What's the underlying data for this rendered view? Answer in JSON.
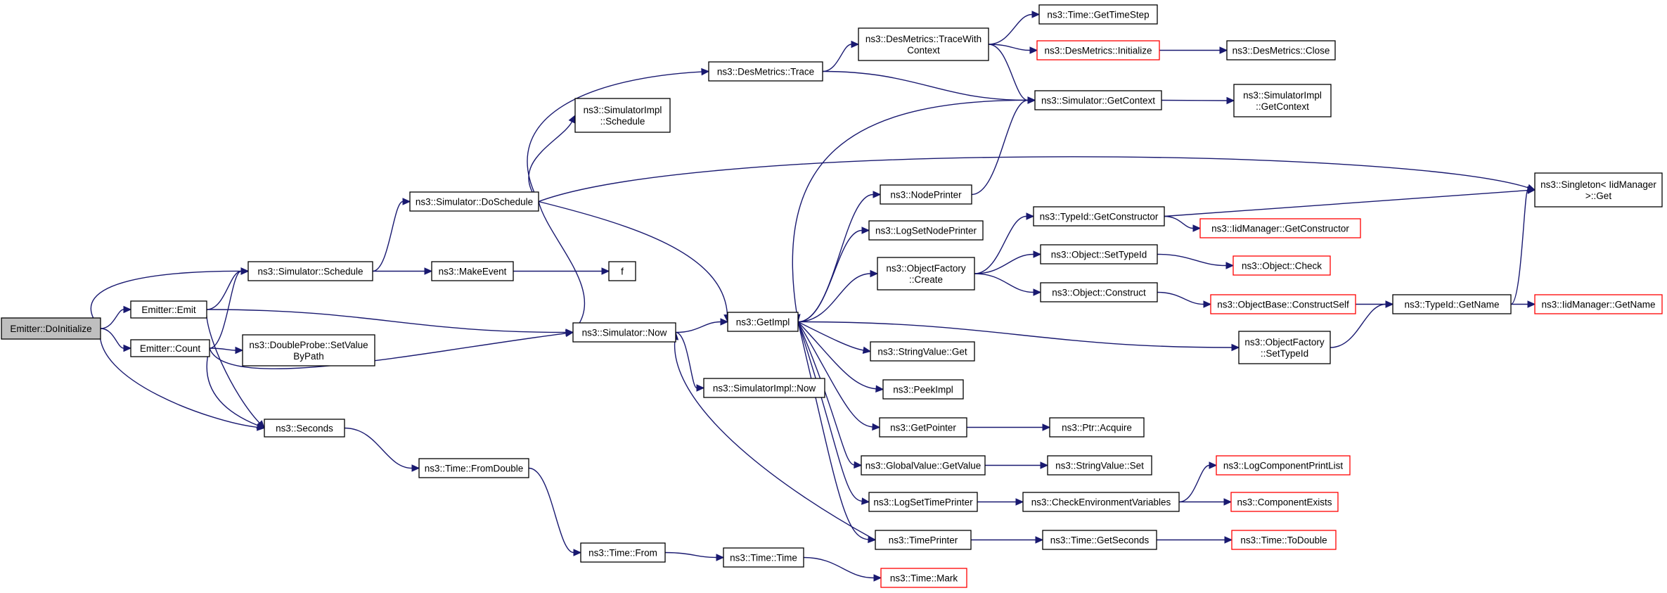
{
  "diagram": {
    "type": "call-graph",
    "root": "Emitter::DoInitialize",
    "nodes": [
      {
        "id": "doinit",
        "lines": [
          "Emitter::DoInitialize"
        ],
        "root": true
      },
      {
        "id": "emit",
        "lines": [
          "Emitter::Emit"
        ]
      },
      {
        "id": "count",
        "lines": [
          "Emitter::Count"
        ]
      },
      {
        "id": "schedule",
        "lines": [
          "ns3::Simulator::Schedule"
        ]
      },
      {
        "id": "seconds",
        "lines": [
          "ns3::Seconds"
        ]
      },
      {
        "id": "dpsetvalue",
        "lines": [
          "ns3::DoubleProbe::SetValue",
          "ByPath"
        ]
      },
      {
        "id": "doschedule",
        "lines": [
          "ns3::Simulator::DoSchedule"
        ]
      },
      {
        "id": "makeevent",
        "lines": [
          "ns3::MakeEvent"
        ]
      },
      {
        "id": "f",
        "lines": [
          "f"
        ]
      },
      {
        "id": "simnow",
        "lines": [
          "ns3::Simulator::Now"
        ]
      },
      {
        "id": "fromdouble",
        "lines": [
          "ns3::Time::FromDouble"
        ]
      },
      {
        "id": "timefrom",
        "lines": [
          "ns3::Time::From"
        ]
      },
      {
        "id": "simimplsched",
        "lines": [
          "ns3::SimulatorImpl",
          "::Schedule"
        ]
      },
      {
        "id": "desmtrace",
        "lines": [
          "ns3::DesMetrics::Trace"
        ]
      },
      {
        "id": "getimpl",
        "lines": [
          "ns3::GetImpl"
        ]
      },
      {
        "id": "simimplnow",
        "lines": [
          "ns3::SimulatorImpl::Now"
        ]
      },
      {
        "id": "timetime",
        "lines": [
          "ns3::Time::Time"
        ]
      },
      {
        "id": "tracectx",
        "lines": [
          "ns3::DesMetrics::TraceWith",
          "Context"
        ]
      },
      {
        "id": "nodeprinter",
        "lines": [
          "ns3::NodePrinter"
        ]
      },
      {
        "id": "logsetnode",
        "lines": [
          "ns3::LogSetNodePrinter"
        ]
      },
      {
        "id": "ofcreate",
        "lines": [
          "ns3::ObjectFactory",
          "::Create"
        ]
      },
      {
        "id": "svget",
        "lines": [
          "ns3::StringValue::Get"
        ]
      },
      {
        "id": "peekimpl",
        "lines": [
          "ns3::PeekImpl"
        ]
      },
      {
        "id": "getpointer",
        "lines": [
          "ns3::GetPointer"
        ]
      },
      {
        "id": "gvgetvalue",
        "lines": [
          "ns3::GlobalValue::GetValue"
        ]
      },
      {
        "id": "logsettime",
        "lines": [
          "ns3::LogSetTimePrinter"
        ]
      },
      {
        "id": "timeprinter",
        "lines": [
          "ns3::TimePrinter"
        ]
      },
      {
        "id": "timemark",
        "lines": [
          "ns3::Time::Mark"
        ],
        "truncated": true
      },
      {
        "id": "timestep",
        "lines": [
          "ns3::Time::GetTimeStep"
        ]
      },
      {
        "id": "desminit",
        "lines": [
          "ns3::DesMetrics::Initialize"
        ],
        "truncated": true
      },
      {
        "id": "simgetctx",
        "lines": [
          "ns3::Simulator::GetContext"
        ]
      },
      {
        "id": "tidgetctor",
        "lines": [
          "ns3::TypeId::GetConstructor"
        ]
      },
      {
        "id": "objsettid",
        "lines": [
          "ns3::Object::SetTypeId"
        ]
      },
      {
        "id": "objconstruct",
        "lines": [
          "ns3::Object::Construct"
        ]
      },
      {
        "id": "ofsettid",
        "lines": [
          "ns3::ObjectFactory",
          "::SetTypeId"
        ]
      },
      {
        "id": "ptracquire",
        "lines": [
          "ns3::Ptr::Acquire"
        ]
      },
      {
        "id": "svset",
        "lines": [
          "ns3::StringValue::Set"
        ]
      },
      {
        "id": "checkenv",
        "lines": [
          "ns3::CheckEnvironmentVariables"
        ]
      },
      {
        "id": "timegetsec",
        "lines": [
          "ns3::Time::GetSeconds"
        ]
      },
      {
        "id": "desmclose",
        "lines": [
          "ns3::DesMetrics::Close"
        ]
      },
      {
        "id": "simimplgetctx",
        "lines": [
          "ns3::SimulatorImpl",
          "::GetContext"
        ]
      },
      {
        "id": "iidgetctor",
        "lines": [
          "ns3::IidManager::GetConstructor"
        ],
        "truncated": true
      },
      {
        "id": "objcheck",
        "lines": [
          "ns3::Object::Check"
        ],
        "truncated": true
      },
      {
        "id": "obconstructself",
        "lines": [
          "ns3::ObjectBase::ConstructSelf"
        ],
        "truncated": true
      },
      {
        "id": "logcomplist",
        "lines": [
          "ns3::LogComponentPrintList"
        ],
        "truncated": true
      },
      {
        "id": "compexists",
        "lines": [
          "ns3::ComponentExists"
        ],
        "truncated": true
      },
      {
        "id": "todouble",
        "lines": [
          "ns3::Time::ToDouble"
        ],
        "truncated": true
      },
      {
        "id": "tidgetname",
        "lines": [
          "ns3::TypeId::GetName"
        ]
      },
      {
        "id": "singletonget",
        "lines": [
          "ns3::Singleton< IidManager",
          " >::Get"
        ]
      },
      {
        "id": "iidgetname",
        "lines": [
          "ns3::IidManager::GetName"
        ],
        "truncated": true
      }
    ],
    "edges": [
      [
        "doinit",
        "schedule"
      ],
      [
        "doinit",
        "emit"
      ],
      [
        "doinit",
        "count"
      ],
      [
        "doinit",
        "seconds"
      ],
      [
        "emit",
        "schedule"
      ],
      [
        "emit",
        "simnow"
      ],
      [
        "emit",
        "seconds"
      ],
      [
        "count",
        "schedule"
      ],
      [
        "count",
        "seconds"
      ],
      [
        "count",
        "dpsetvalue"
      ],
      [
        "count",
        "simnow"
      ],
      [
        "schedule",
        "doschedule"
      ],
      [
        "schedule",
        "makeevent"
      ],
      [
        "makeevent",
        "f"
      ],
      [
        "doschedule",
        "desmtrace"
      ],
      [
        "doschedule",
        "simimplsched"
      ],
      [
        "doschedule",
        "singletonget"
      ],
      [
        "doschedule",
        "getimpl"
      ],
      [
        "doschedule",
        "simnow"
      ],
      [
        "seconds",
        "fromdouble"
      ],
      [
        "fromdouble",
        "timefrom"
      ],
      [
        "timefrom",
        "timetime"
      ],
      [
        "timetime",
        "timemark"
      ],
      [
        "simnow",
        "getimpl"
      ],
      [
        "simnow",
        "simimplnow"
      ],
      [
        "desmtrace",
        "tracectx"
      ],
      [
        "desmtrace",
        "simgetctx"
      ],
      [
        "tracectx",
        "timestep"
      ],
      [
        "tracectx",
        "desminit"
      ],
      [
        "tracectx",
        "simgetctx"
      ],
      [
        "desminit",
        "desmclose"
      ],
      [
        "simgetctx",
        "simimplgetctx"
      ],
      [
        "simgetctx",
        "getimpl"
      ],
      [
        "nodeprinter",
        "simgetctx"
      ],
      [
        "getimpl",
        "nodeprinter"
      ],
      [
        "getimpl",
        "logsetnode"
      ],
      [
        "getimpl",
        "ofcreate"
      ],
      [
        "getimpl",
        "ofsettid"
      ],
      [
        "getimpl",
        "svget"
      ],
      [
        "getimpl",
        "peekimpl"
      ],
      [
        "getimpl",
        "getpointer"
      ],
      [
        "getimpl",
        "gvgetvalue"
      ],
      [
        "getimpl",
        "logsettime"
      ],
      [
        "getimpl",
        "timeprinter"
      ],
      [
        "timeprinter",
        "simnow"
      ],
      [
        "timeprinter",
        "timegetsec"
      ],
      [
        "ofcreate",
        "tidgetctor"
      ],
      [
        "ofcreate",
        "objsettid"
      ],
      [
        "ofcreate",
        "objconstruct"
      ],
      [
        "tidgetctor",
        "singletonget"
      ],
      [
        "tidgetctor",
        "iidgetctor"
      ],
      [
        "objsettid",
        "objcheck"
      ],
      [
        "objconstruct",
        "obconstructself"
      ],
      [
        "obconstructself",
        "tidgetname"
      ],
      [
        "ofsettid",
        "tidgetname"
      ],
      [
        "tidgetname",
        "singletonget"
      ],
      [
        "tidgetname",
        "iidgetname"
      ],
      [
        "getpointer",
        "ptracquire"
      ],
      [
        "gvgetvalue",
        "svset"
      ],
      [
        "logsettime",
        "checkenv"
      ],
      [
        "checkenv",
        "logcomplist"
      ],
      [
        "checkenv",
        "compexists"
      ],
      [
        "timegetsec",
        "todouble"
      ]
    ]
  }
}
